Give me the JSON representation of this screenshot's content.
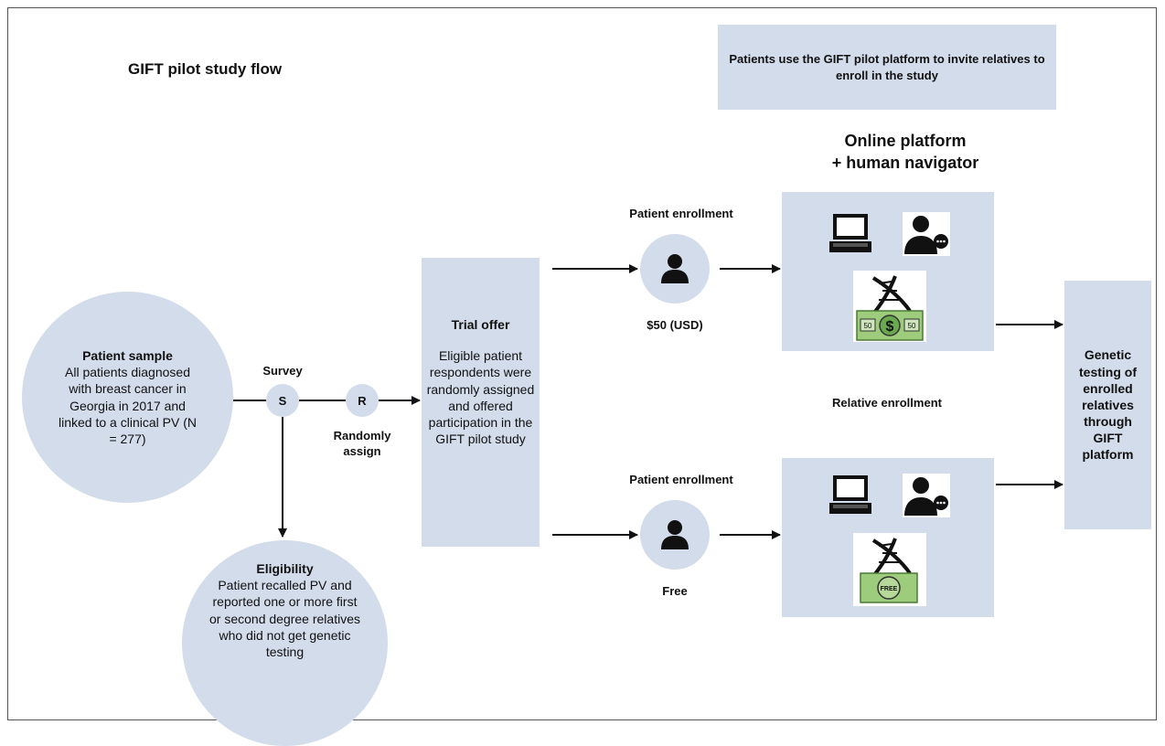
{
  "title": "GIFT pilot study flow",
  "top_note": "Patients use the GIFT pilot platform to invite relatives to enroll in the study",
  "platform_heading_line1": "Online platform",
  "platform_heading_line2": "+ human navigator",
  "patient_sample": {
    "heading": "Patient sample",
    "body": "All patients diagnosed with breast cancer in Georgia in 2017 and linked to a clinical PV (N = 277)"
  },
  "survey_label": "Survey",
  "survey_node": "S",
  "random_node": "R",
  "random_label_line1": "Randomly",
  "random_label_line2": "assign",
  "eligibility": {
    "heading": "Eligibility",
    "body": "Patient recalled PV and reported one or more first or second degree relatives who did not get genetic testing"
  },
  "trial_offer": {
    "heading": "Trial offer",
    "body": "Eligible patient respondents were randomly assigned and offered participation in the GIFT pilot study"
  },
  "arm_paid": {
    "enrollment_label": "Patient enrollment",
    "incentive_label": "$50 (USD)",
    "bill_text": "50"
  },
  "arm_free": {
    "enrollment_label": "Patient enrollment",
    "incentive_label": "Free",
    "bill_text": "FREE"
  },
  "relative_enrollment": "Relative enrollment",
  "final_box": "Genetic testing of enrolled relatives through GIFT platform",
  "colors": {
    "box_fill": "#d3dcea",
    "bill_green": "#9ccc7c",
    "icon_dark": "#111111"
  }
}
